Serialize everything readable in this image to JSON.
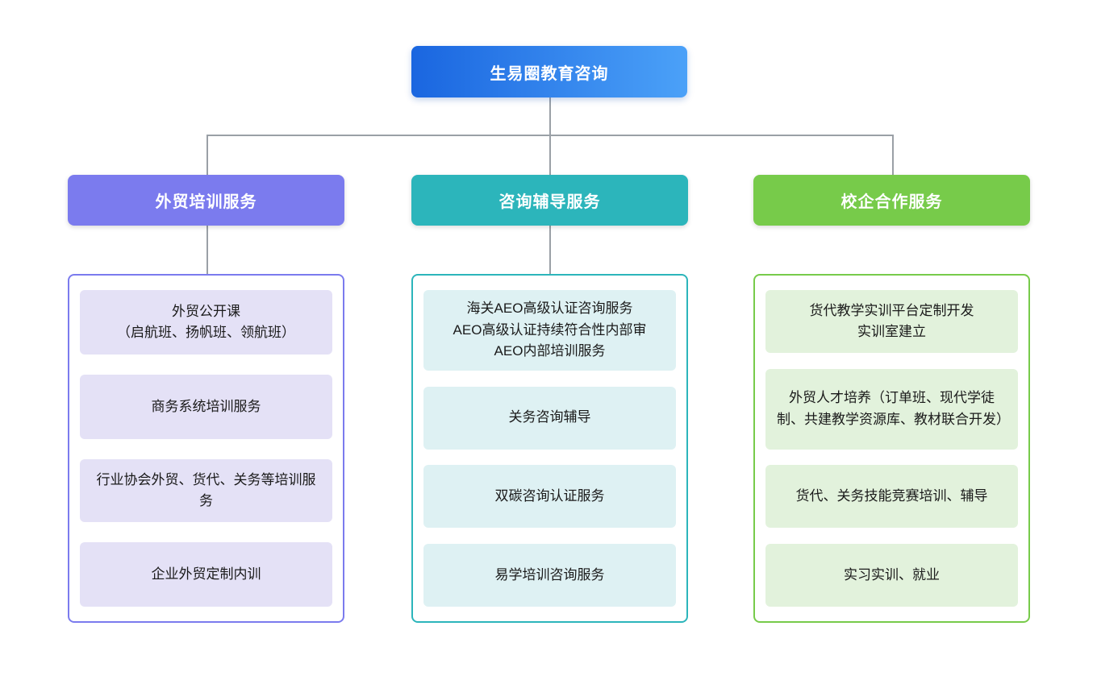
{
  "root": {
    "label": "生易圈教育咨询"
  },
  "branches": [
    {
      "label": "外贸培训服务",
      "items": [
        {
          "text": "外贸公开课\n（启航班、扬帆班、领航班）"
        },
        {
          "text": "商务系统培训服务"
        },
        {
          "text": "行业协会外贸、货代、关务等培训服务"
        },
        {
          "text": "企业外贸定制内训"
        }
      ]
    },
    {
      "label": "咨询辅导服务",
      "items": [
        {
          "text": "海关AEO高级认证咨询服务\nAEO高级认证持续符合性内部审\nAEO内部培训服务"
        },
        {
          "text": "关务咨询辅导"
        },
        {
          "text": "双碳咨询认证服务"
        },
        {
          "text": "易学培训咨询服务"
        }
      ]
    },
    {
      "label": "校企合作服务",
      "items": [
        {
          "text": "货代教学实训平台定制开发\n实训室建立"
        },
        {
          "text": "外贸人才培养（订单班、现代学徒制、共建教学资源库、教材联合开发）"
        },
        {
          "text": "货代、关务技能竞赛培训、辅导"
        },
        {
          "text": "实习实训、就业"
        }
      ]
    }
  ],
  "colors": {
    "root_gradient_start": "#1a66e0",
    "root_gradient_end": "#4ba1f8",
    "branch_1": "#7b7bee",
    "branch_1_light": "#e4e1f6",
    "branch_2": "#2cb5bb",
    "branch_2_light": "#def1f3",
    "branch_3": "#77cb4a",
    "branch_3_light": "#e2f2dc",
    "connector": "#9aa0a6"
  }
}
